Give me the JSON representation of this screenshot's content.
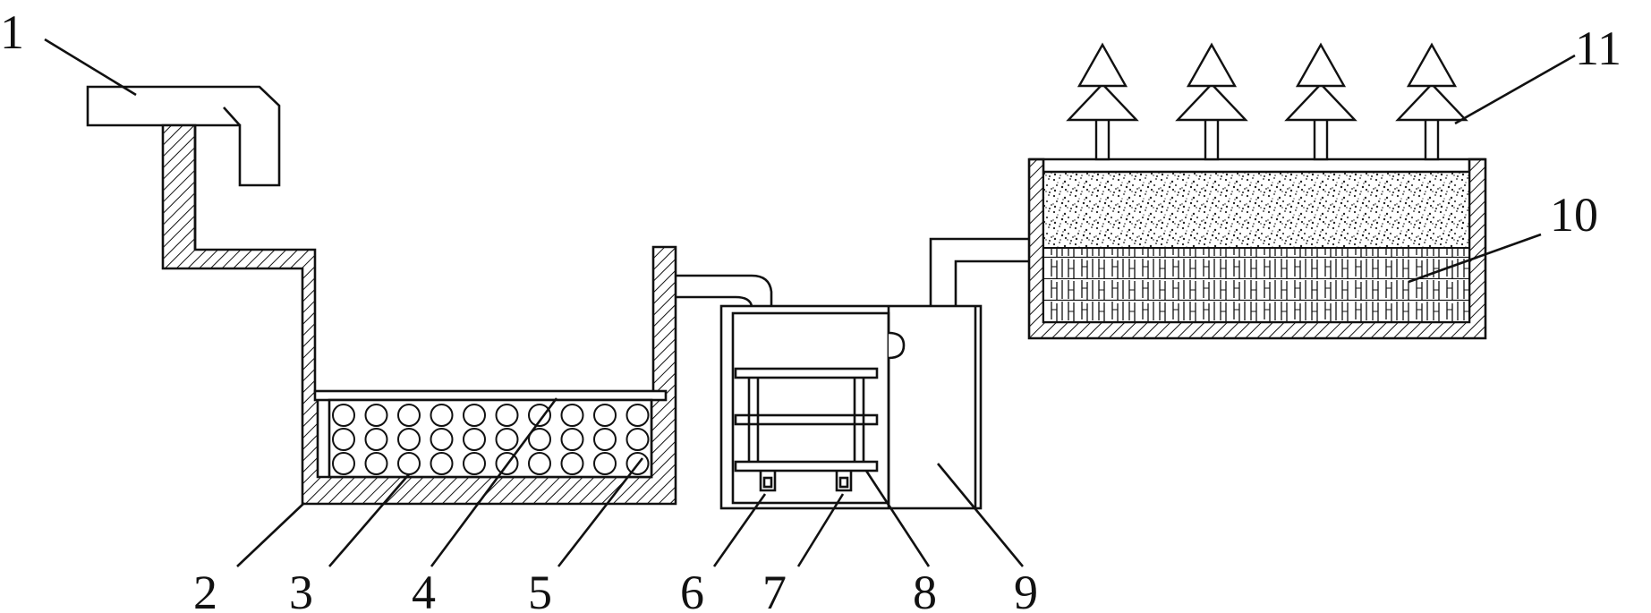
{
  "labels": [
    {
      "id": "1",
      "text": "1"
    },
    {
      "id": "2",
      "text": "2"
    },
    {
      "id": "3",
      "text": "3"
    },
    {
      "id": "4",
      "text": "4"
    },
    {
      "id": "5",
      "text": "5"
    },
    {
      "id": "6",
      "text": "6"
    },
    {
      "id": "7",
      "text": "7"
    },
    {
      "id": "8",
      "text": "8"
    },
    {
      "id": "9",
      "text": "9"
    },
    {
      "id": "10",
      "text": "10"
    },
    {
      "id": "11",
      "text": "11"
    }
  ],
  "colors": {
    "line": "#111111",
    "background": "#ffffff"
  }
}
